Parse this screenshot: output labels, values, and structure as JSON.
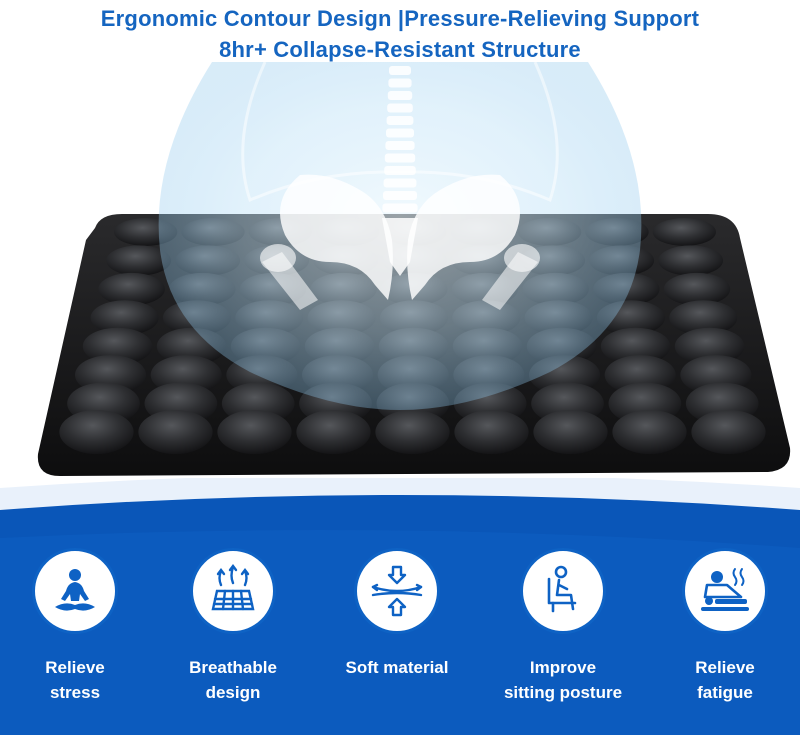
{
  "headline": {
    "line1": "Ergonomic Contour Design |Pressure-Relieving Support",
    "line2": "8hr+ Collapse-Resistant Structure"
  },
  "colors": {
    "headline": "#1565c0",
    "banner_blue": "#0a56b8",
    "banner_light": "#e9f1fb",
    "cushion": "#1c1c1e",
    "xray_glow": "#bfe2f7"
  },
  "features": [
    {
      "icon": "meditation-icon",
      "label": "Relieve\nstress"
    },
    {
      "icon": "breathable-mesh-icon",
      "label": "Breathable\ndesign"
    },
    {
      "icon": "soft-material-icon",
      "label": "Soft material"
    },
    {
      "icon": "sitting-posture-icon",
      "label": "Improve\nsitting posture"
    },
    {
      "icon": "massage-icon",
      "label": "Relieve\nfatigue"
    }
  ]
}
